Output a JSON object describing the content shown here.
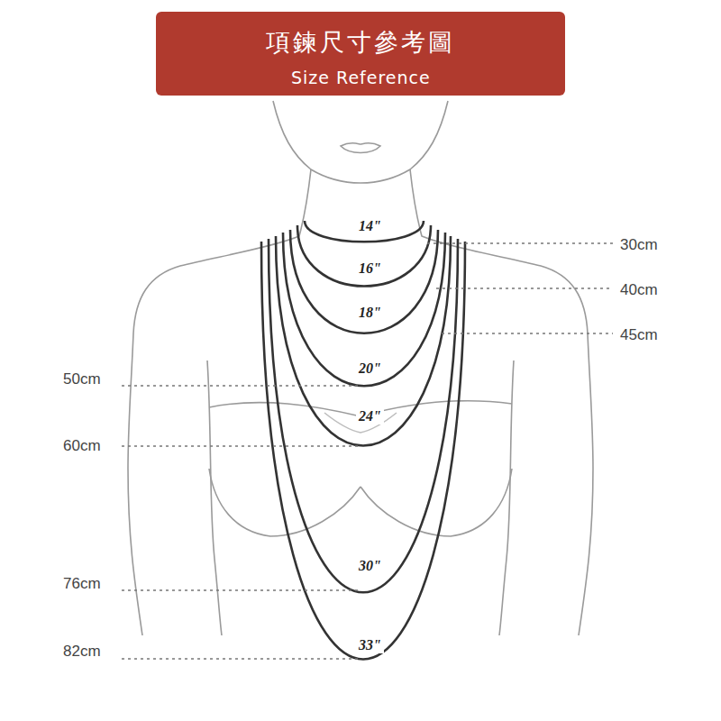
{
  "diagram": {
    "title": "項鍊尺寸參考圖",
    "labels": [
      "Size Reference",
      "14\"",
      "16\"",
      "18\"",
      "20\"",
      "24\"",
      "30\"",
      "33\"",
      "30cm",
      "40cm",
      "45cm",
      "50cm",
      "60cm",
      "76cm",
      "82cm"
    ]
  }
}
